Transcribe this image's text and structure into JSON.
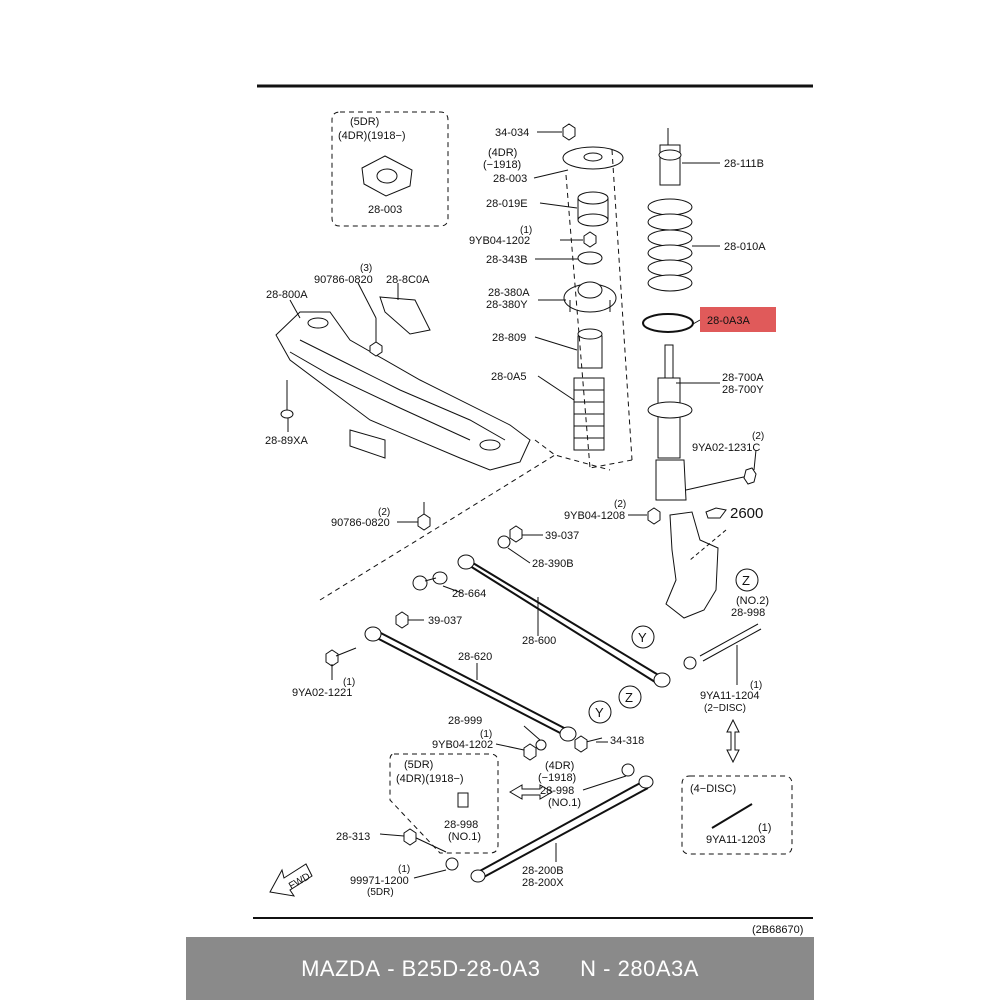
{
  "diagram_ref": "(2B68670)",
  "footer": {
    "brand": "MAZDA",
    "sep": " - ",
    "part_number": "B25D-28-0A3",
    "gap": "      ",
    "n_label": "N - ",
    "n_code": "280A3A"
  },
  "highlight_color": "#e05a5a",
  "boxes": {
    "top_left": {
      "l1": "(5DR)",
      "l2": "(4DR)(1918−)",
      "part": "28-003"
    },
    "bottom_left": {
      "l1": "(5DR)",
      "l2": "(4DR)(1918−)",
      "part": "28-998",
      "note": "(NO.1)"
    },
    "bottom_right": {
      "l1": "(4−DISC)",
      "part": "9YA11-1203",
      "qty": "(1)"
    }
  },
  "labels": {
    "p34034": "34-034",
    "dr4": "(4DR)",
    "v1918": "(−1918)",
    "p28003": "28-003",
    "p28019E": "28-019E",
    "q1a": "(1)",
    "p9YB041202": "9YB04-1202",
    "p28343B": "28-343B",
    "p28380A": "28-380A",
    "p28380Y": "28-380Y",
    "p28809": "28-809",
    "p280A5": "28-0A5",
    "p28111B": "28-111B",
    "p28010A": "28-010A",
    "p280A3A": "28-0A3A",
    "p28700A": "28-700A",
    "p28700Y": "28-700Y",
    "q2a": "(2)",
    "p9YA021231C": "9YA02-1231C",
    "q2b": "(2)",
    "p9YB041208": "9YB04-1208",
    "p2600": "2600",
    "q3": "(3)",
    "p907860820a": "90786-0820",
    "p288C0A": "28-8C0A",
    "p28800A": "28-800A",
    "p2889XA": "28-89XA",
    "q2c": "(2)",
    "p907860820b": "90786-0820",
    "p39037a": "39-037",
    "p28390B": "28-390B",
    "p28664": "28-664",
    "p39037b": "39-037",
    "p28600": "28-600",
    "zA": "Z",
    "no2": "(NO.2)",
    "p28998a": "28-998",
    "yA": "Y",
    "p28620": "28-620",
    "q1b": "(1)",
    "p9YA021221": "9YA02-1221",
    "q1c": "(1)",
    "p9YA111204": "9YA11-1204",
    "disc2": "(2−DISC)",
    "zB": "Z",
    "yB": "Y",
    "p28999": "28-999",
    "q1d": "(1)",
    "p9YB041202b": "9YB04-1202",
    "p34318": "34-318",
    "dr4b": "(4DR)",
    "v1918b": "(−1918)",
    "p28998b": "28-998",
    "no1": "(NO.1)",
    "p28313": "28-313",
    "q1e": "(1)",
    "p999711200": "99971-1200",
    "dr5": "(5DR)",
    "p28200B": "28-200B",
    "p28200X": "28-200X",
    "fwd": "FWD"
  }
}
